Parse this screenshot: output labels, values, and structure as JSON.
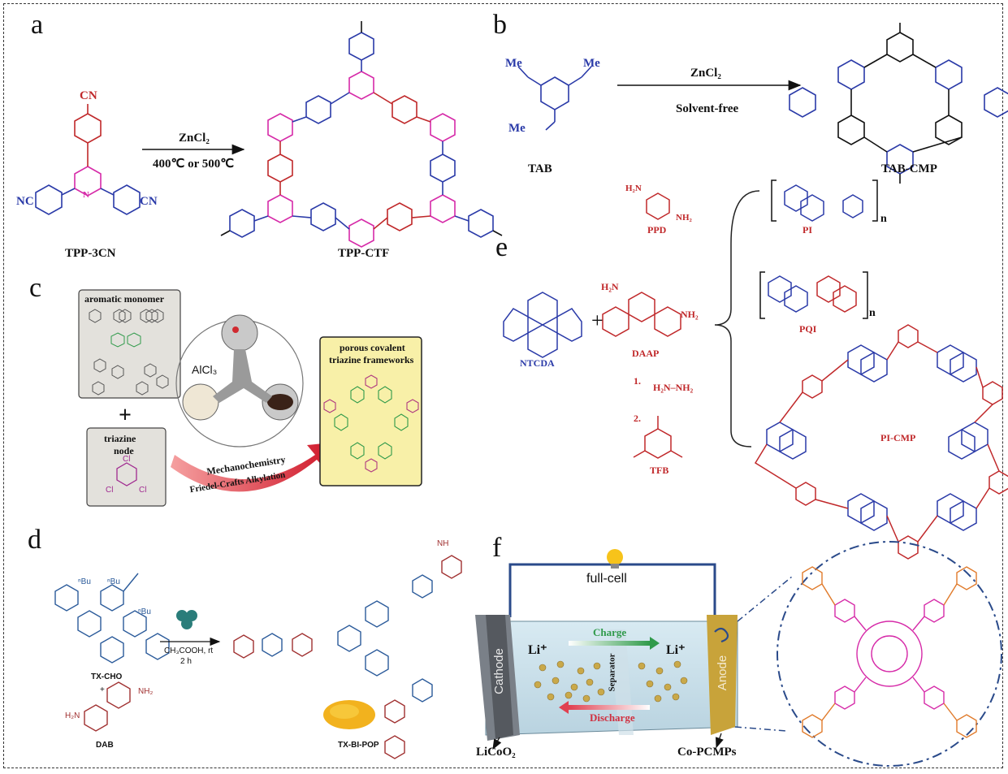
{
  "panels": {
    "a": {
      "label": "a",
      "monomer": "TPP-3CN",
      "product": "TPP-CTF",
      "catalyst": "ZnCl₂",
      "conditions": "400℃ or 500℃",
      "groups": {
        "cn_top": "CN",
        "cn_left": "NC",
        "cn_right": "CN",
        "n": "N"
      }
    },
    "b": {
      "label": "b",
      "monomer": "TAB",
      "product": "TAB-CMP",
      "catalyst": "ZnCl₂",
      "conditions": "Solvent-free",
      "groups": {
        "me": "Me"
      }
    },
    "c": {
      "label": "c",
      "monomer_box": "aromatic monomer",
      "node_box_line1": "triazine",
      "node_box_line2": "node",
      "reagent": "AlCl₃",
      "arrow_line1": "Mechanochemistry",
      "arrow_line2": "Friedel-Crafts Alkylation",
      "product_box_line1": "porous covalent",
      "product_box_line2": "triazine frameworks",
      "plus": "+",
      "cl": "Cl"
    },
    "d": {
      "label": "d",
      "monomer1": "TX-CHO",
      "monomer2": "DAB",
      "product": "TX-BI-POP",
      "condition1": "CH₃COOH, rt",
      "condition2": "2 h",
      "plus": "+",
      "groups": {
        "nbu": "ⁿBu",
        "nh2": "NH₂",
        "h2n": "H₂N",
        "nh": "NH"
      }
    },
    "e": {
      "label": "e",
      "ppd": "PPD",
      "ntcda": "NTCDA",
      "daap": "DAAP",
      "tfb": "TFB",
      "pi": "PI",
      "pqi": "PQI",
      "pi_cmp": "PI-CMP",
      "step1_num": "1.",
      "step1": "H₂N–NH₂",
      "step2_num": "2.",
      "plus": "+",
      "n": "n",
      "groups": {
        "nh2": "NH₂",
        "h2n": "H₂N"
      }
    },
    "f": {
      "label": "f",
      "cell": "full-cell",
      "cathode": "Cathode",
      "anode": "Anode",
      "separator": "Separator",
      "charge": "Charge",
      "discharge": "Discharge",
      "li_left": "Li⁺",
      "li_right": "Li⁺",
      "cathode_material": "LiCoO₂",
      "anode_material": "Co-PCMPs"
    }
  },
  "colors": {
    "red": "#c0282a",
    "blue": "#2a3aa8",
    "magenta": "#d62aa8",
    "green": "#2f9a4a",
    "orange": "#e07a2a",
    "teal": "#1e7d7a",
    "yellow_box": "#f8f0a8",
    "gold": "#c8a33a"
  }
}
